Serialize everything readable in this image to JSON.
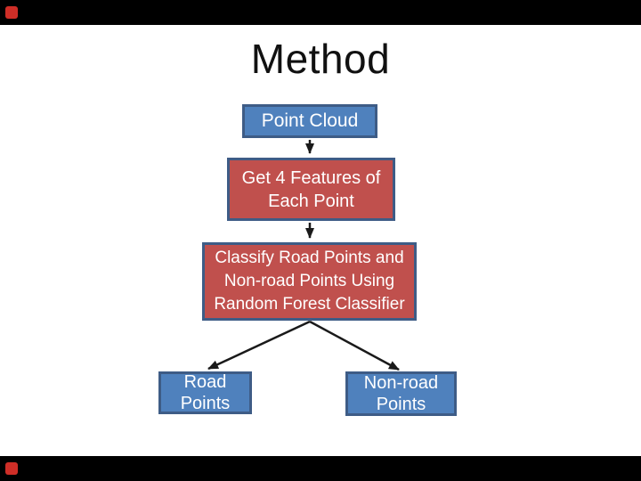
{
  "slide": {
    "title": "Method",
    "nodes": {
      "point_cloud": {
        "label": "Point Cloud",
        "shape_color": "#4f81bd"
      },
      "get_features": {
        "label": "Get 4 Features of\nEach Point",
        "shape_color": "#c0504d"
      },
      "classify": {
        "label": "Classify Road Points and\nNon-road Points Using\nRandom Forest Classifier",
        "shape_color": "#c0504d"
      },
      "road": {
        "label": "Road\nPoints",
        "shape_color": "#4f81bd"
      },
      "non_road": {
        "label": "Non-road\nPoints",
        "shape_color": "#4f81bd"
      }
    },
    "edges": [
      {
        "from": "point_cloud",
        "to": "get_features"
      },
      {
        "from": "get_features",
        "to": "classify"
      },
      {
        "from": "classify",
        "to": "road"
      },
      {
        "from": "classify",
        "to": "non_road"
      }
    ]
  },
  "colors": {
    "box_blue": "#4f81bd",
    "box_red": "#c0504d",
    "box_border": "#3e5c86",
    "box_text": "#ffffff",
    "title_text": "#111111",
    "arrow": "#1a1a1a",
    "letterbox_bar": "#000000",
    "logo_red": "#cf2e27",
    "slide_background": "#ffffff"
  }
}
